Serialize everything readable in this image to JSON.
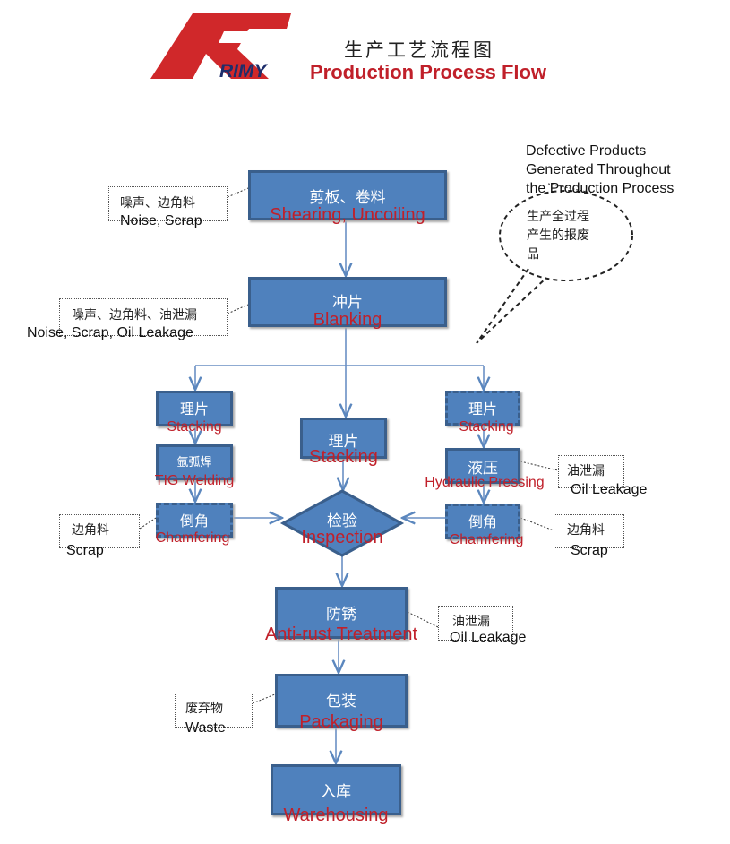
{
  "header": {
    "logo_text": "RIMY",
    "title_cn": "生产工艺流程图",
    "title_en": "Production Process Flow"
  },
  "defects": {
    "title_lines": [
      "Defective Products",
      "Generated Throughout",
      "the Production Process"
    ],
    "cloud_lines": [
      "生产全过程",
      "产生的报废",
      "品"
    ]
  },
  "steps": {
    "shearing": {
      "cn": "剪板、卷料",
      "en": "Shearing, Uncoiling"
    },
    "blanking": {
      "cn": "冲片",
      "en": "Blanking"
    },
    "stack_left": {
      "cn": "理片",
      "en": "Stacking"
    },
    "tig": {
      "cn": "氩弧焊",
      "en": "TIG Welding"
    },
    "chamfer_left": {
      "cn": "倒角",
      "en": "Chamfering"
    },
    "stack_center": {
      "cn": "理片",
      "en": "Stacking"
    },
    "stack_right": {
      "cn": "理片",
      "en": "Stacking"
    },
    "hydraulic": {
      "cn": "液压",
      "en": "Hydraulic Pressing"
    },
    "chamfer_right": {
      "cn": "倒角",
      "en": "Chamfering"
    },
    "inspection": {
      "cn": "检验",
      "en": "Inspection"
    },
    "antirust": {
      "cn": "防锈",
      "en": "Anti-rust Treatment"
    },
    "packaging": {
      "cn": "包装",
      "en": "Packaging"
    },
    "warehousing": {
      "cn": "入库",
      "en": "Warehousing"
    }
  },
  "notes": {
    "n1": {
      "cn": "噪声、边角料",
      "en": "Noise, Scrap"
    },
    "n2": {
      "cn": "噪声、边角料、油泄漏",
      "en": "Noise, Scrap, Oil Leakage"
    },
    "n3": {
      "cn": "油泄漏",
      "en": "Oil Leakage"
    },
    "n4": {
      "cn": "边角料",
      "en": "Scrap"
    },
    "n5": {
      "cn": "边角料",
      "en": "Scrap"
    },
    "n6": {
      "cn": "油泄漏",
      "en": "Oil Leakage"
    },
    "n7": {
      "cn": "废弃物",
      "en": "Waste"
    }
  },
  "colors": {
    "box": "#4f81bd",
    "red": "#c0202a"
  }
}
